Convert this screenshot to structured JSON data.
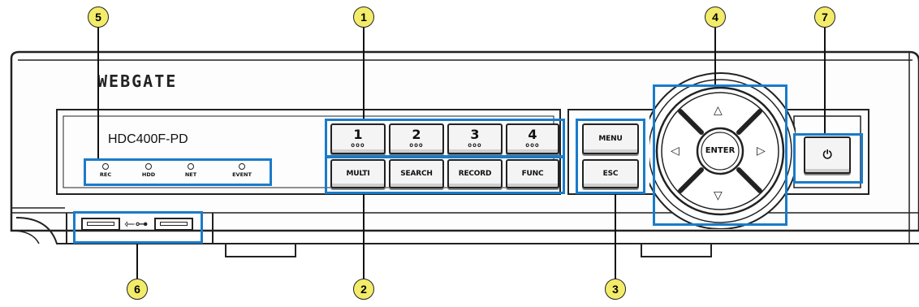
{
  "device": {
    "brand": "WEBGATE",
    "model": "HDC400F-PD"
  },
  "callouts": [
    "1",
    "2",
    "3",
    "4",
    "5",
    "6",
    "7"
  ],
  "leds": [
    "REC",
    "HDD",
    "NET",
    "EVENT"
  ],
  "channel_buttons": [
    "1",
    "2",
    "3",
    "4"
  ],
  "channel_dots": "ooo",
  "function_buttons": [
    "MULTI",
    "SEARCH",
    "RECORD",
    "FUNC"
  ],
  "menu_buttons": [
    "MENU",
    "ESC"
  ],
  "enter_label": "ENTER",
  "arrows": {
    "up": "△",
    "down": "▽",
    "left": "◁",
    "right": "▷"
  },
  "power_symbol": "⏻",
  "colors": {
    "highlight": "#1a7bc9",
    "callout": "#f3ec6a",
    "outline": "#222222"
  }
}
